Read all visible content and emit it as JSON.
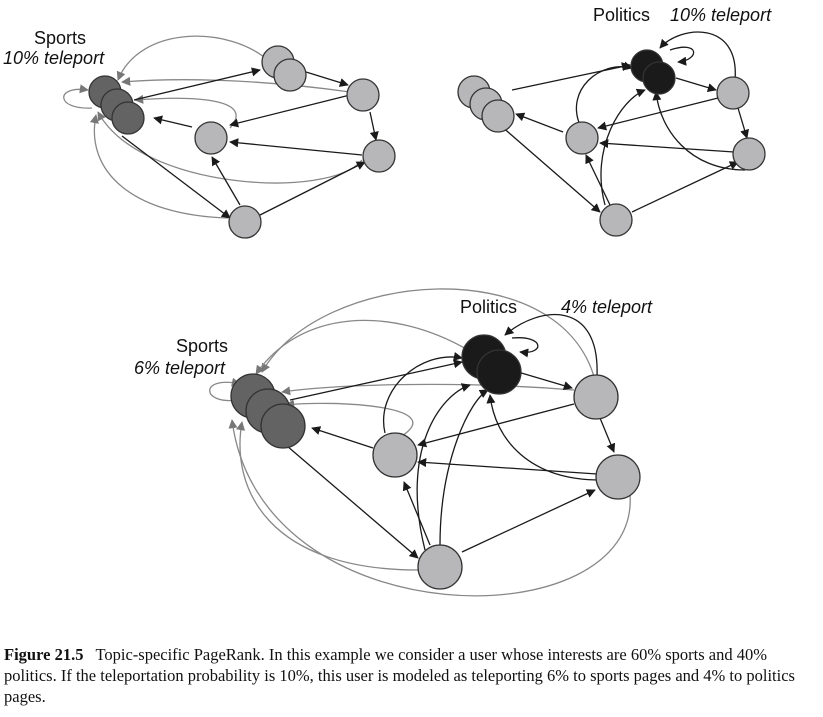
{
  "colors": {
    "sports_node": "#636363",
    "politics_node": "#1a1a1a",
    "other_node": "#b7b7b9",
    "edge": "#1a1a1a",
    "teleport_edge": "#888888"
  },
  "panels": {
    "top_left": {
      "topic": "Sports",
      "teleport": "10% teleport"
    },
    "top_right": {
      "topic": "Politics",
      "teleport": "10% teleport"
    },
    "bottom": {
      "sports_topic": "Sports",
      "sports_teleport": "6% teleport",
      "politics_topic": "Politics",
      "politics_teleport": "4% teleport"
    }
  },
  "caption": {
    "label": "Figure 21.5",
    "text": "Topic-specific PageRank. In this example we consider a user whose interests are 60% sports and 40% politics. If the teleportation probability is 10%, this user is modeled as teleporting 6% to sports pages and 4% to politics pages."
  }
}
